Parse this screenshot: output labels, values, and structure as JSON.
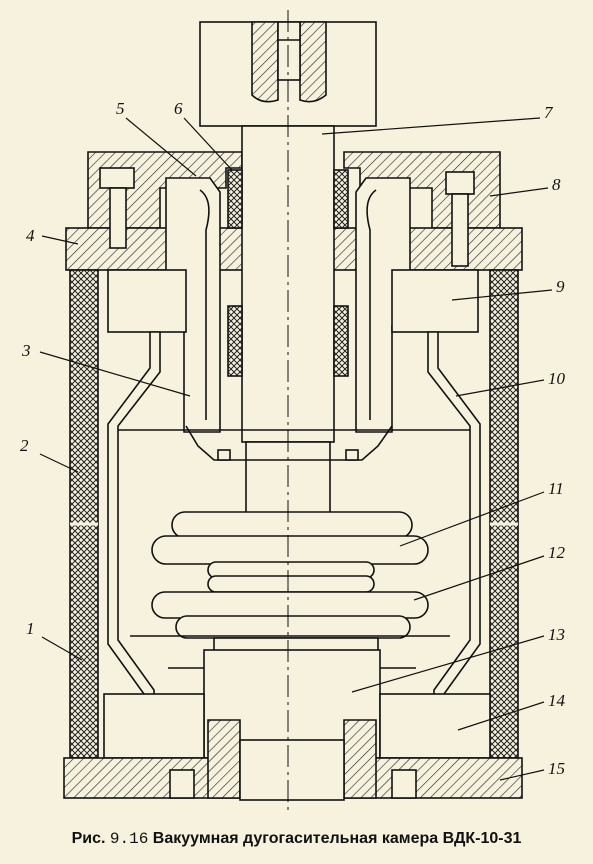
{
  "callouts": [
    "1",
    "2",
    "3",
    "4",
    "5",
    "6",
    "7",
    "8",
    "9",
    "10",
    "11",
    "12",
    "13",
    "14",
    "15"
  ],
  "caption": {
    "prefix": "Рис.",
    "number": "9.16",
    "title": "Вакуумная дугогасительная камера ВДК-10-31"
  }
}
